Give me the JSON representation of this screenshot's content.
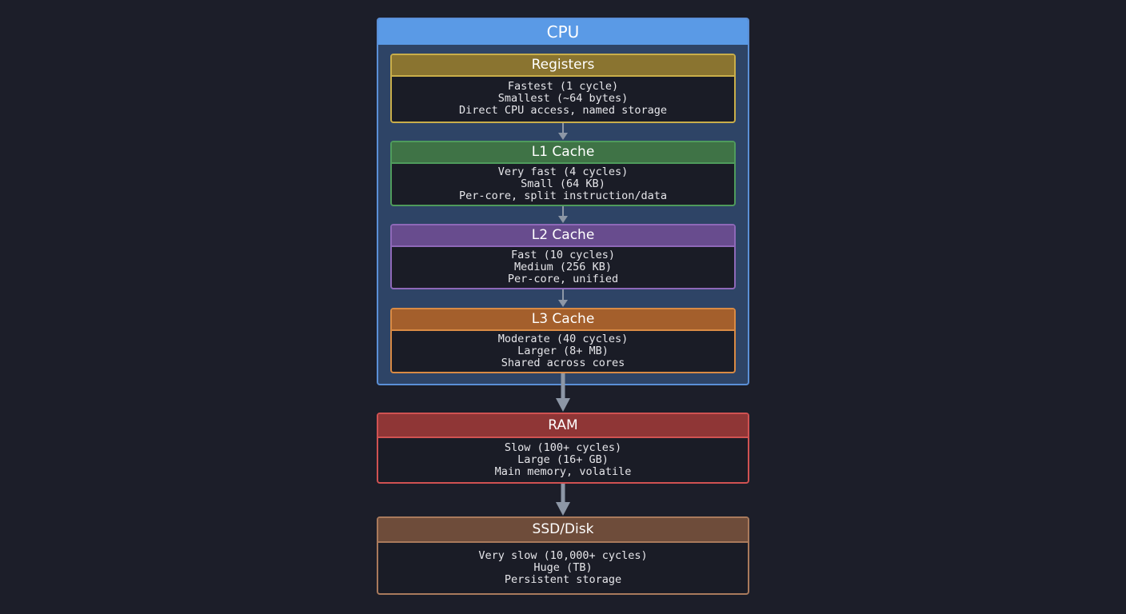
{
  "cpu": {
    "title": "CPU"
  },
  "registers": {
    "title": "Registers",
    "lines": [
      "Fastest (1 cycle)",
      "Smallest (~64 bytes)",
      "Direct CPU access, named storage"
    ],
    "colors": {
      "border": "#c9ae4a",
      "header": "#8a7430"
    }
  },
  "l1": {
    "title": "L1 Cache",
    "lines": [
      "Very fast (4 cycles)",
      "Small (64 KB)",
      "Per-core, split instruction/data"
    ],
    "colors": {
      "border": "#4f9b5c",
      "header": "#3f7346"
    }
  },
  "l2": {
    "title": "L2 Cache",
    "lines": [
      "Fast (10 cycles)",
      "Medium (256 KB)",
      "Per-core, unified"
    ],
    "colors": {
      "border": "#8e68b8",
      "header": "#684c8e"
    }
  },
  "l3": {
    "title": "L3 Cache",
    "lines": [
      "Moderate (40 cycles)",
      "Larger (8+ MB)",
      "Shared across cores"
    ],
    "colors": {
      "border": "#d98a44",
      "header": "#a45f2c"
    }
  },
  "ram": {
    "title": "RAM",
    "lines": [
      "Slow (100+ cycles)",
      "Large (16+ GB)",
      "Main memory, volatile"
    ],
    "colors": {
      "border": "#d05252",
      "header": "#8f3636"
    }
  },
  "ssd": {
    "title": "SSD/Disk",
    "lines": [
      "Very slow (10,000+ cycles)",
      "Huge (TB)",
      "Persistent storage"
    ],
    "colors": {
      "border": "#a97a5c",
      "header": "#6e4c3a"
    }
  }
}
